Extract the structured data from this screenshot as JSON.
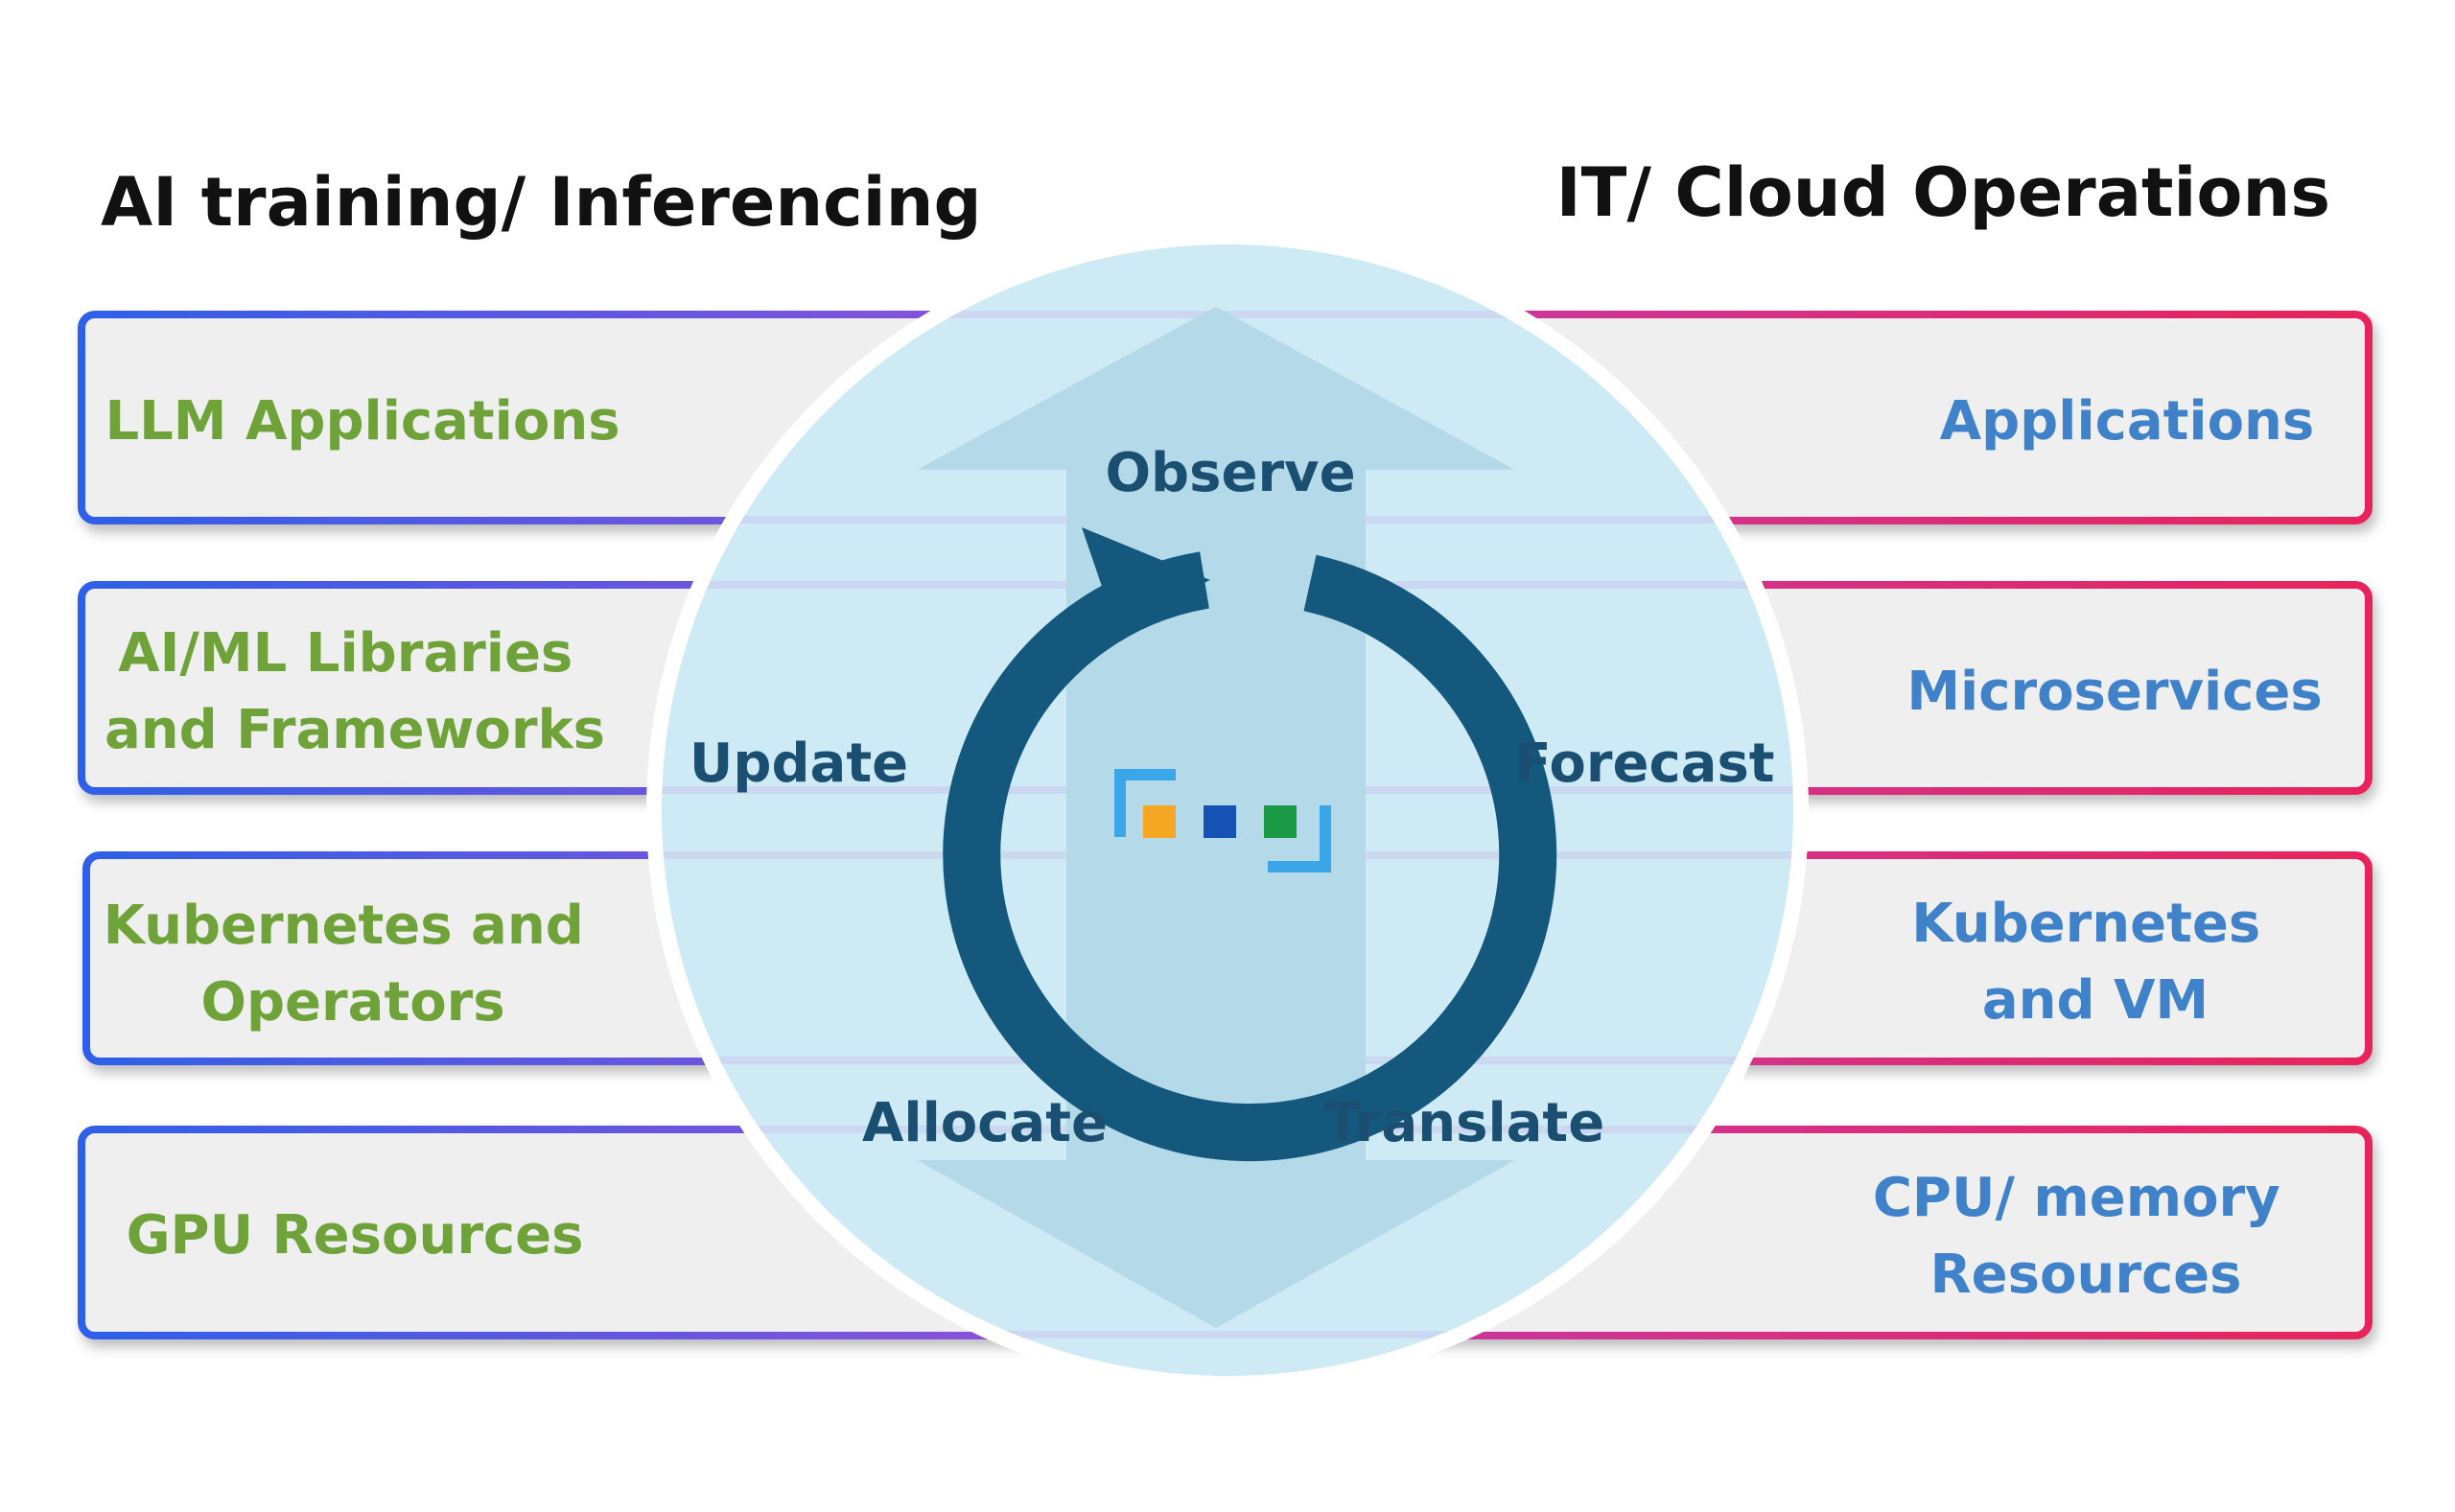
{
  "headings": {
    "left": "AI training/ Inferencing",
    "right": "IT/ Cloud Operations"
  },
  "left_layers": [
    {
      "lines": [
        "LLM Applications"
      ]
    },
    {
      "lines": [
        "AI/ML Libraries",
        "and Frameworks"
      ]
    },
    {
      "lines": [
        "Kubernetes and",
        "Operators"
      ]
    },
    {
      "lines": [
        "GPU Resources"
      ]
    }
  ],
  "right_layers": [
    {
      "lines": [
        "Applications"
      ]
    },
    {
      "lines": [
        "Microservices"
      ]
    },
    {
      "lines": [
        "Kubernetes",
        "and VM"
      ]
    },
    {
      "lines": [
        "CPU/ memory",
        "Resources"
      ]
    }
  ],
  "cycle": {
    "observe": "Observe",
    "forecast": "Forecast",
    "translate": "Translate",
    "allocate": "Allocate",
    "update": "Update"
  },
  "colors": {
    "left_label": "#6fa33a",
    "right_label": "#3f82c9",
    "cycle_label": "#1b4f72",
    "left_border_start": "#2f5fe8",
    "left_border_end": "#9a4fd6",
    "right_border_start": "#c43aa8",
    "right_border_end": "#e8245a",
    "box_fill": "#efefef",
    "circle_fill": "#cdeaf5",
    "ring": "#15587e",
    "arrow_fill": "#b4d9e8"
  },
  "icons": [
    "logo-icon",
    "cycle-arrow-icon",
    "vertical-double-arrow-icon"
  ]
}
